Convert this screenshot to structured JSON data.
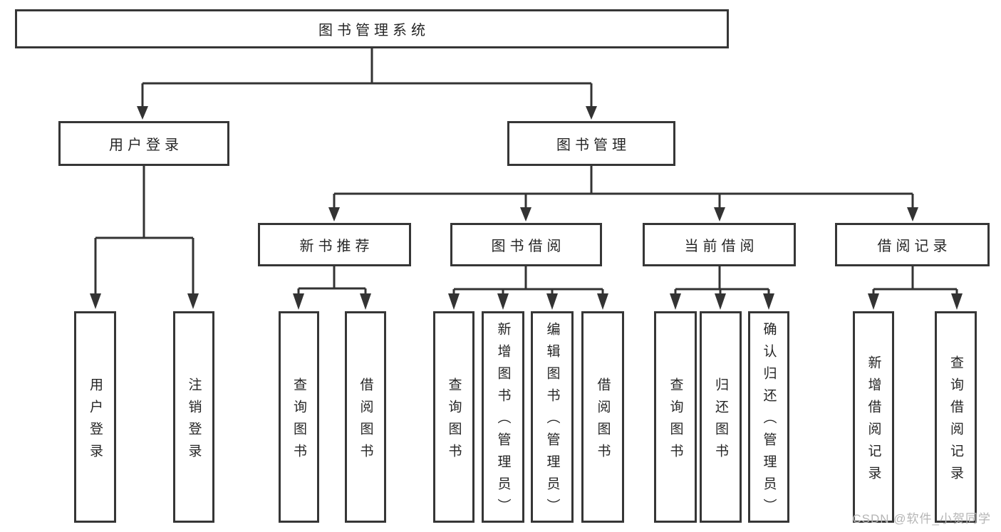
{
  "diagram": {
    "root": {
      "label": "图书管理系统"
    },
    "branches": [
      {
        "label": "用户登录",
        "children": [
          {
            "label": "用户登录"
          },
          {
            "label": "注销登录"
          }
        ]
      },
      {
        "label": "图书管理",
        "children": [
          {
            "label": "新书推荐",
            "children": [
              {
                "label": "查询图书"
              },
              {
                "label": "借阅图书"
              }
            ]
          },
          {
            "label": "图书借阅",
            "children": [
              {
                "label": "查询图书"
              },
              {
                "label": "新增图书（管理员）"
              },
              {
                "label": "编辑图书（管理员）"
              },
              {
                "label": "借阅图书"
              }
            ]
          },
          {
            "label": "当前借阅",
            "children": [
              {
                "label": "查询图书"
              },
              {
                "label": "归还图书"
              },
              {
                "label": "确认归还（管理员）"
              }
            ]
          },
          {
            "label": "借阅记录",
            "children": [
              {
                "label": "新增借阅记录"
              },
              {
                "label": "查询借阅记录"
              }
            ]
          }
        ]
      }
    ]
  },
  "watermark": {
    "text": "CSDN @软件_小贺同学"
  },
  "colors": {
    "line": "#333333",
    "box_border": "#363636",
    "text": "#262626",
    "watermark": "#b5b5b5",
    "background": "#ffffff"
  }
}
